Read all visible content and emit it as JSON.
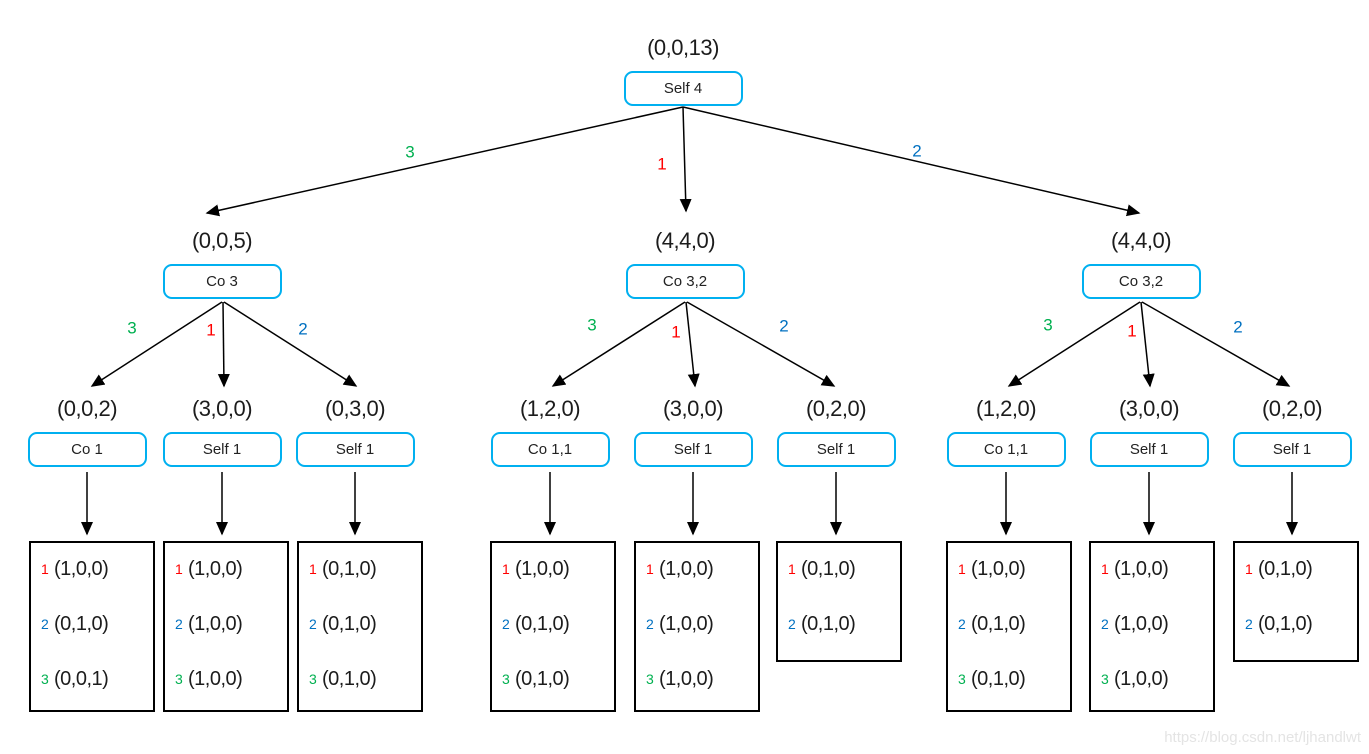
{
  "colors": {
    "node_border": "#00B0F0",
    "edge_green": "#00B050",
    "edge_red": "#FF0000",
    "edge_blue": "#0070C0",
    "line": "#000000"
  },
  "root": {
    "tuple": "(0,0,13)",
    "label": "Self 4"
  },
  "edge_labels": [
    {
      "text": "3",
      "color": "#00B050"
    },
    {
      "text": "1",
      "color": "#FF0000"
    },
    {
      "text": "2",
      "color": "#0070C0"
    }
  ],
  "level2": [
    {
      "tuple": "(0,0,5)",
      "label": "Co 3"
    },
    {
      "tuple": "(4,4,0)",
      "label": "Co 3,2"
    },
    {
      "tuple": "(4,4,0)",
      "label": "Co 3,2"
    }
  ],
  "level3": [
    {
      "tuple": "(0,0,2)",
      "label": "Co 1"
    },
    {
      "tuple": "(3,0,0)",
      "label": "Self 1"
    },
    {
      "tuple": "(0,3,0)",
      "label": "Self 1"
    },
    {
      "tuple": "(1,2,0)",
      "label": "Co 1,1"
    },
    {
      "tuple": "(3,0,0)",
      "label": "Self 1"
    },
    {
      "tuple": "(0,2,0)",
      "label": "Self 1"
    },
    {
      "tuple": "(1,2,0)",
      "label": "Co 1,1"
    },
    {
      "tuple": "(3,0,0)",
      "label": "Self 1"
    },
    {
      "tuple": "(0,2,0)",
      "label": "Self 1"
    }
  ],
  "matrices": [
    {
      "rows": [
        {
          "n": "1",
          "t": "(1,0,0)"
        },
        {
          "n": "2",
          "t": "(0,1,0)"
        },
        {
          "n": "3",
          "t": "(0,0,1)"
        }
      ]
    },
    {
      "rows": [
        {
          "n": "1",
          "t": "(1,0,0)"
        },
        {
          "n": "2",
          "t": "(1,0,0)"
        },
        {
          "n": "3",
          "t": "(1,0,0)"
        }
      ]
    },
    {
      "rows": [
        {
          "n": "1",
          "t": "(0,1,0)"
        },
        {
          "n": "2",
          "t": "(0,1,0)"
        },
        {
          "n": "3",
          "t": "(0,1,0)"
        }
      ]
    },
    {
      "rows": [
        {
          "n": "1",
          "t": "(1,0,0)"
        },
        {
          "n": "2",
          "t": "(0,1,0)"
        },
        {
          "n": "3",
          "t": "(0,1,0)"
        }
      ]
    },
    {
      "rows": [
        {
          "n": "1",
          "t": "(1,0,0)"
        },
        {
          "n": "2",
          "t": "(1,0,0)"
        },
        {
          "n": "3",
          "t": "(1,0,0)"
        }
      ]
    },
    {
      "rows": [
        {
          "n": "1",
          "t": "(0,1,0)"
        },
        {
          "n": "2",
          "t": "(0,1,0)"
        }
      ]
    },
    {
      "rows": [
        {
          "n": "1",
          "t": "(1,0,0)"
        },
        {
          "n": "2",
          "t": "(0,1,0)"
        },
        {
          "n": "3",
          "t": "(0,1,0)"
        }
      ]
    },
    {
      "rows": [
        {
          "n": "1",
          "t": "(1,0,0)"
        },
        {
          "n": "2",
          "t": "(1,0,0)"
        },
        {
          "n": "3",
          "t": "(1,0,0)"
        }
      ]
    },
    {
      "rows": [
        {
          "n": "1",
          "t": "(0,1,0)"
        },
        {
          "n": "2",
          "t": "(0,1,0)"
        }
      ]
    }
  ],
  "watermark": "https://blog.csdn.net/ljhandlwt"
}
